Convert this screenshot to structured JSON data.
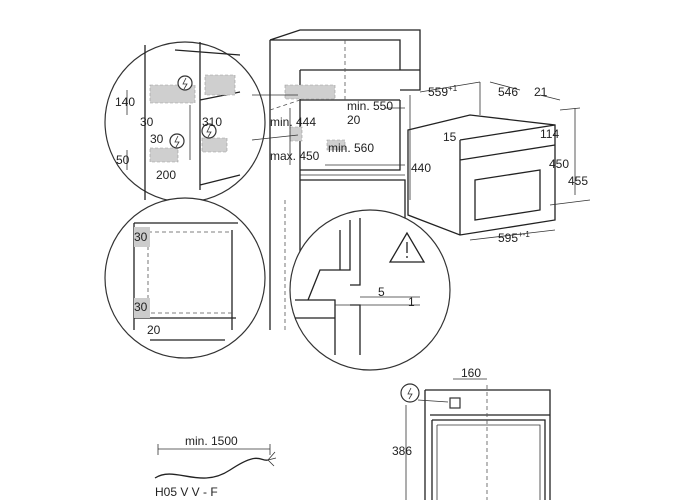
{
  "top_detail": {
    "d140": "140",
    "d30a": "30",
    "d310": "310",
    "d30b": "30",
    "d50": "50",
    "d200": "200"
  },
  "cabinet": {
    "min444": "min. 444",
    "max450": "max. 450",
    "min550": "min. 550",
    "d20": "20",
    "min560": "min. 560"
  },
  "oven": {
    "d559": "559",
    "d559_tol": "+1",
    "d546": "546",
    "d21": "21",
    "d15": "15",
    "d114": "114",
    "d440": "440",
    "d450": "450",
    "d455": "455",
    "d595": "595",
    "d595_tol": "+-1"
  },
  "side_detail": {
    "d30a": "30",
    "d30b": "30",
    "d20": "20"
  },
  "warning_detail": {
    "d5": "5",
    "d1": "1"
  },
  "front_view": {
    "d160": "160",
    "d386": "386"
  },
  "cable": {
    "min1500": "min. 1500",
    "type": "H05 V V - F"
  },
  "icons": [
    "electric-bolt-icon",
    "warning-triangle-icon"
  ]
}
